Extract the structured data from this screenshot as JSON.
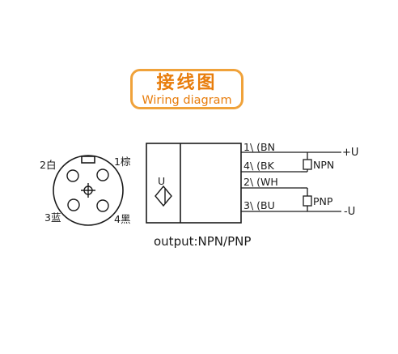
{
  "title": {
    "cn": "接线图",
    "en": "Wiring diagram"
  },
  "connector": {
    "pins": [
      {
        "label": "1棕"
      },
      {
        "label": "2白"
      },
      {
        "label": "3蓝"
      },
      {
        "label": "4黑"
      }
    ]
  },
  "sensor": {
    "symbol": "U"
  },
  "wires": [
    {
      "label": "1\\ (BN"
    },
    {
      "label": "4\\ (BK"
    },
    {
      "label": "2\\ (WH"
    },
    {
      "label": "3\\ (BU"
    }
  ],
  "loads": [
    {
      "label": "NPN"
    },
    {
      "label": "PNP"
    }
  ],
  "supply": {
    "plus": "+U",
    "minus": "-U"
  },
  "caption": "output:NPN/PNP",
  "colors": {
    "accent": "#f0a23a",
    "title_text": "#e87d0c",
    "line": "#1a1a1a"
  }
}
